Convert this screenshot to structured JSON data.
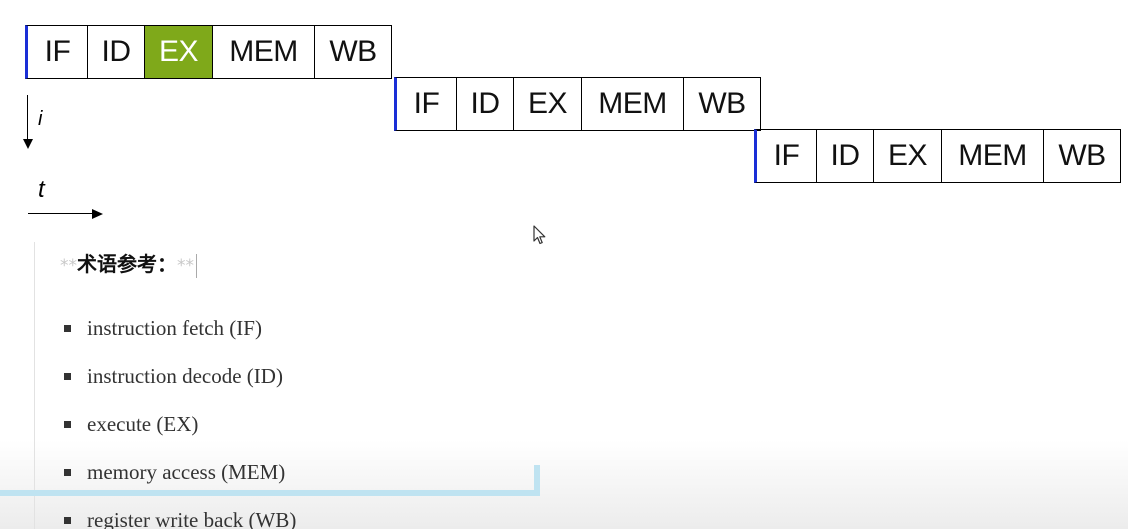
{
  "pipeline": {
    "rows": [
      {
        "stages": [
          "IF",
          "ID",
          "EX",
          "MEM",
          "WB"
        ],
        "highlighted": "EX"
      },
      {
        "stages": [
          "IF",
          "ID",
          "EX",
          "MEM",
          "WB"
        ]
      },
      {
        "stages": [
          "IF",
          "ID",
          "EX",
          "MEM",
          "WB"
        ]
      }
    ],
    "highlight_color": "#7fa91a",
    "start_marker_color": "#1a2fd6",
    "axis_i_label": "i",
    "axis_t_label": "t"
  },
  "terms": {
    "heading_marker_open": "**",
    "heading": "术语参考：",
    "heading_marker_close": "**",
    "items": [
      "instruction fetch (IF)",
      "instruction decode (ID)",
      "execute (EX)",
      "memory access (MEM)",
      "register write back (WB)"
    ]
  },
  "icons": {
    "cursor": "mouse-pointer-icon"
  }
}
